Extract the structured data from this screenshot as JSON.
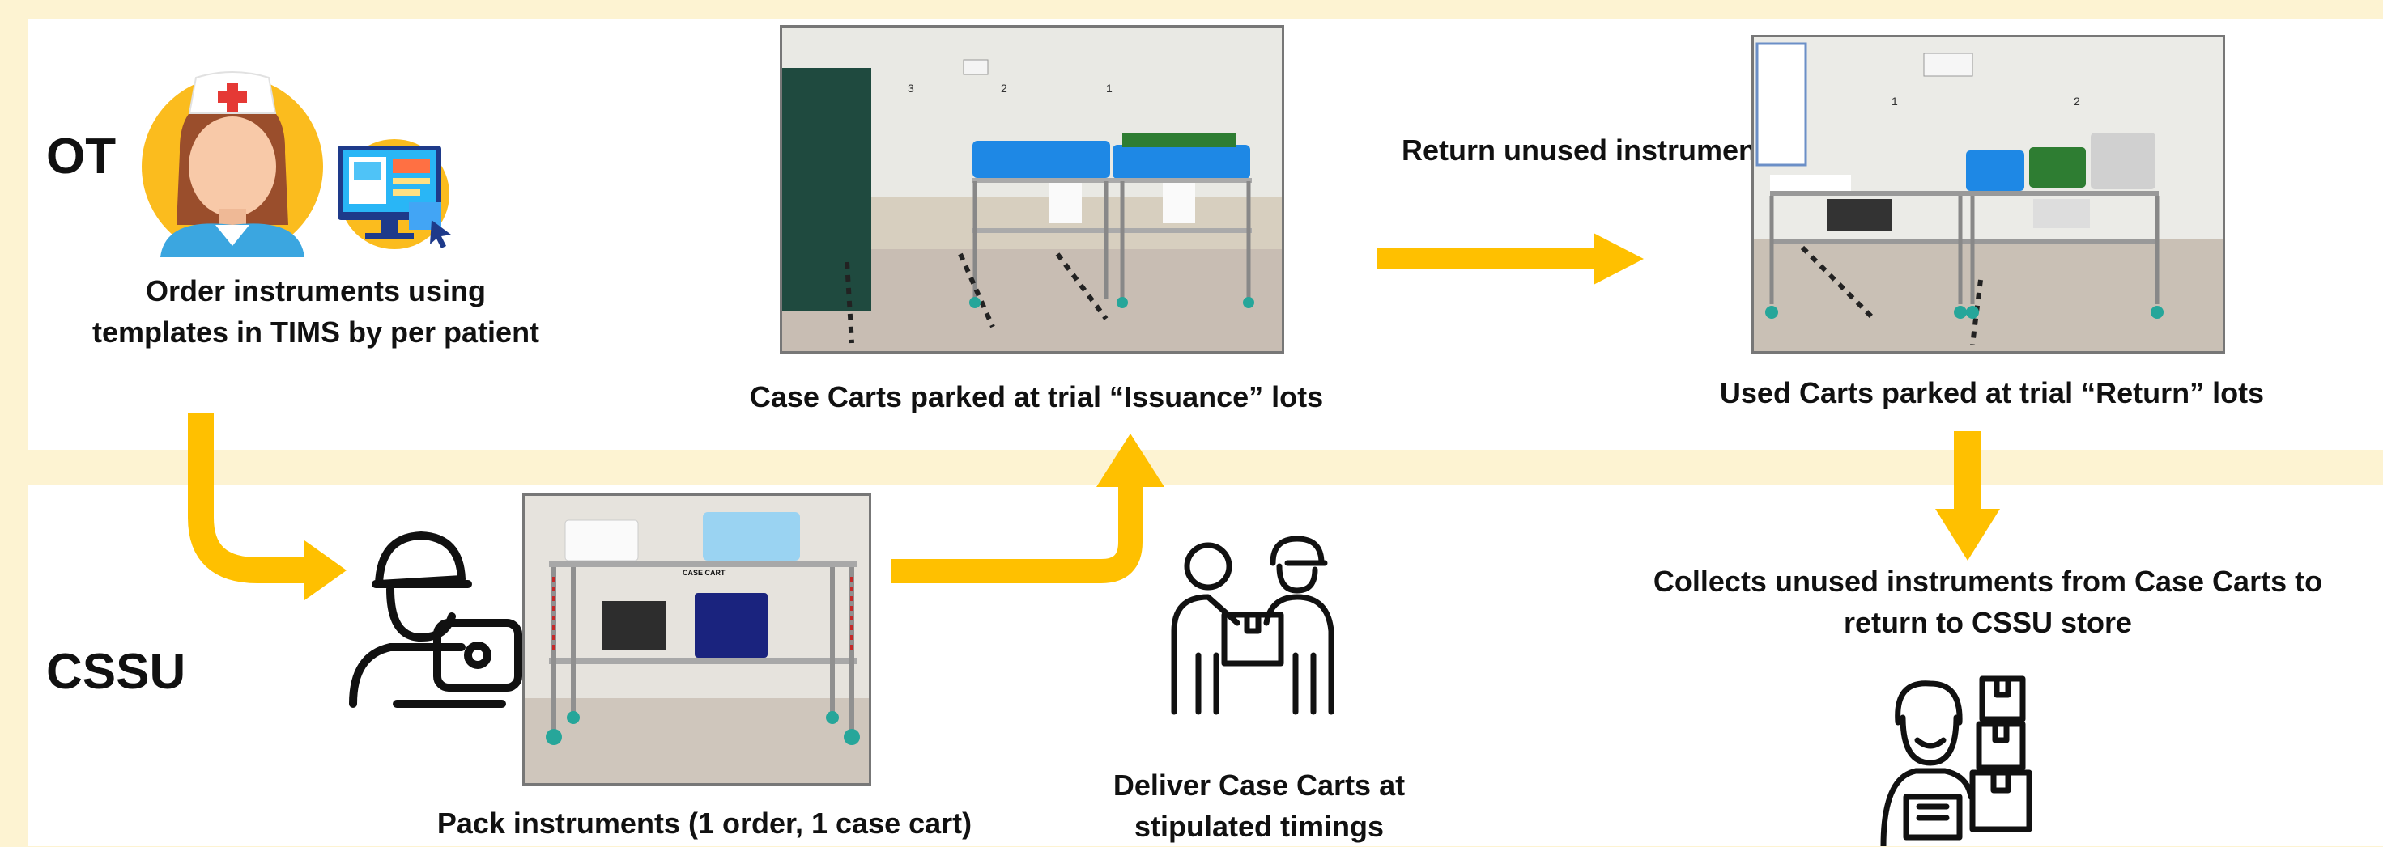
{
  "lanes": {
    "ot": "OT",
    "cssu": "CSSU"
  },
  "steps": {
    "order": "Order instruments using templates in TIMS by per patient",
    "issuance": "Case Carts parked at trial “Issuance” lots",
    "return_unused": "Return unused instruments  after Op",
    "return_lots": "Used Carts parked at trial “Return” lots",
    "pack": "Pack instruments (1 order, 1 case cart)",
    "deliver": "Deliver Case Carts at stipulated timings",
    "collect": "Collects unused instruments from Case Carts to return to CSSU store"
  },
  "photo_labels": {
    "issuance_lots": [
      "3",
      "2",
      "1"
    ],
    "return_lots": [
      "1",
      "2"
    ],
    "cart_tag": "CASE CART"
  },
  "icons": [
    "nurse-icon",
    "computer-icon",
    "worker-laptop-icon",
    "delivery-icon",
    "warehouse-worker-icon"
  ],
  "colors": {
    "background": "#fdf3d2",
    "band": "#ffffff",
    "arrow": "#ffc000"
  }
}
